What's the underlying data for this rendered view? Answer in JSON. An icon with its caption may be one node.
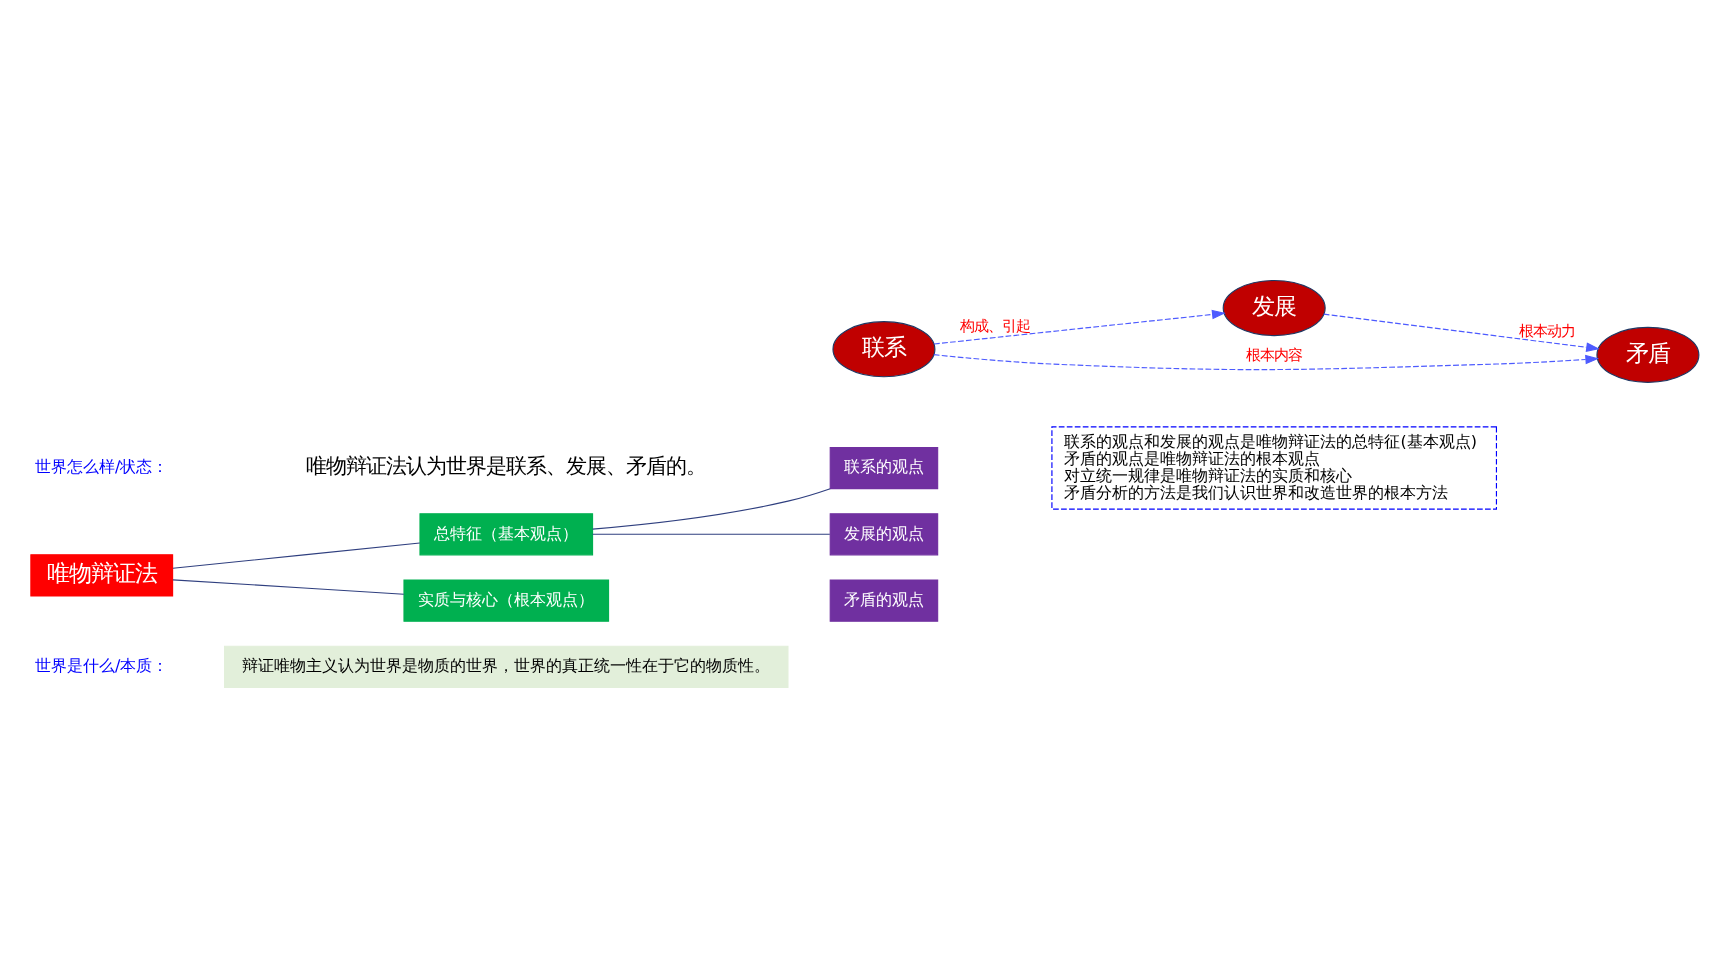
{
  "diagram": {
    "nodes": [
      {
        "text": [
          "辩证唯物主义认为世界是物质的世界，世界的真正统一性在于它的物质性。"
        ]
      },
      {
        "text": [
          "唯物辩证法"
        ]
      },
      {
        "text": [
          "总特征（基本观点）"
        ]
      },
      {
        "text": [
          "实质与核心（根本观点）"
        ]
      },
      {
        "text": [
          "联系的观点"
        ]
      },
      {
        "text": [
          "发展的观点"
        ]
      },
      {
        "text": [
          "矛盾的观点"
        ]
      },
      {
        "text": [
          "联系"
        ]
      },
      {
        "text": [
          "发展"
        ]
      },
      {
        "text": [
          "矛盾"
        ]
      },
      {
        "text": [
          "联系的观点和发展的观点是唯物辩证法的总特征(基本观点)",
          "矛盾的观点是唯物辩证法的根本观点",
          "对立统一规律是唯物辩证法的实质和核心",
          "矛盾分析的方法是我们认识世界和改造世界的根本方法"
        ]
      }
    ],
    "edges": [
      {
        "from": 1,
        "to": 2,
        "arrow": "none"
      },
      {
        "from": 1,
        "to": 3,
        "arrow": "none"
      },
      {
        "from": 2,
        "to": 4,
        "arrow": "none"
      },
      {
        "from": 2,
        "to": 5,
        "arrow": "none"
      },
      {
        "from": 7,
        "to": 8,
        "arrow": "to",
        "label": "构成、引起",
        "style": "dashed",
        "color": "#4d5bff"
      },
      {
        "from": 7,
        "to": 9,
        "arrow": "to",
        "label": "根本内容",
        "style": "dashed",
        "color": "#4d5bff"
      },
      {
        "from": 8,
        "to": 9,
        "arrow": "to",
        "label": "根本动力",
        "style": "dashed",
        "color": "#4d5bff"
      }
    ],
    "labels": [
      "世界是什么/本质：",
      "世界怎么样/状态：",
      "唯物辩证法认为世界是联系、发展、矛盾的。"
    ]
  }
}
